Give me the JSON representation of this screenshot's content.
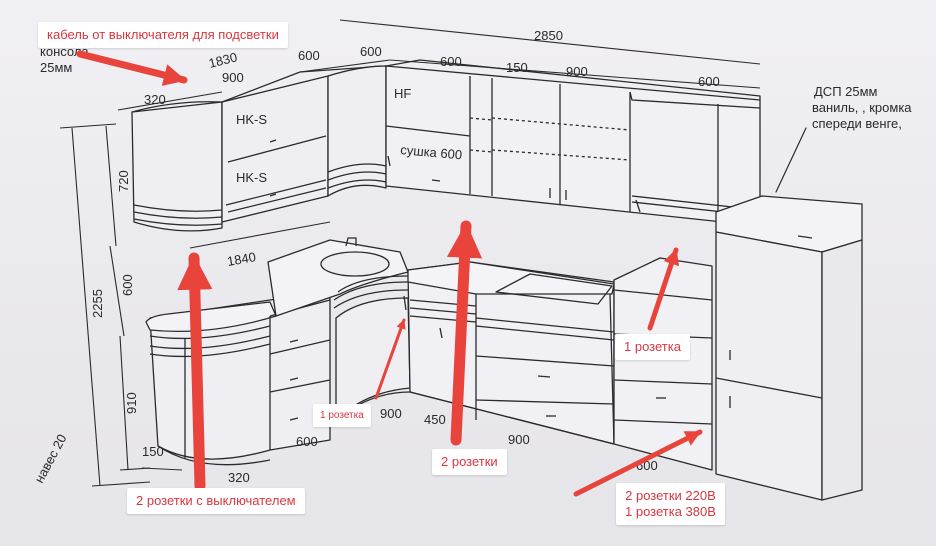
{
  "dimensions": {
    "d_1830": "1830",
    "d_2850": "2850",
    "d_600_top_left": "600",
    "d_600_top_mid": "600",
    "d_600_top_b": "600",
    "d_150_top": "150",
    "d_900_top": "900",
    "d_600_top_right": "600",
    "d_900_left": "900",
    "d_320_top": "320",
    "d_720": "720",
    "d_600_mid": "600",
    "d_2255": "2255",
    "d_910": "910",
    "d_150_bottom": "150",
    "d_320_bottom": "320",
    "d_600_bottom_left": "600",
    "d_900_sink": "900",
    "d_450": "450",
    "d_900_bottom": "900",
    "d_600_bottom_right": "600",
    "d_1840": "1840",
    "d_navs": "навес 20",
    "d_konsola": "консола",
    "d_25mm": "25мм"
  },
  "labels": {
    "hk_s_1": "HK-S",
    "hk_s_2": "HK-S",
    "hf": "HF",
    "sushka": "сушка 600",
    "dsp_line1": "ДСП 25мм",
    "dsp_line2": "ваниль, , кромка",
    "dsp_line3": "спереди венге,"
  },
  "callouts": {
    "cable": "кабель от выключателя для подсветки",
    "one_socket_right": "1 розетка",
    "one_socket_small": "1 розетка",
    "two_sockets": "2 розетки",
    "two_sockets_switch": "2 розетки с выключателем",
    "sockets_220": "2 розетки 220В",
    "sockets_380": "1 розетка 380В"
  },
  "colors": {
    "arrow": "#e8443c",
    "line": "#2b2b2b",
    "callout_text": "#d9363e",
    "paper": "#ecebef"
  }
}
